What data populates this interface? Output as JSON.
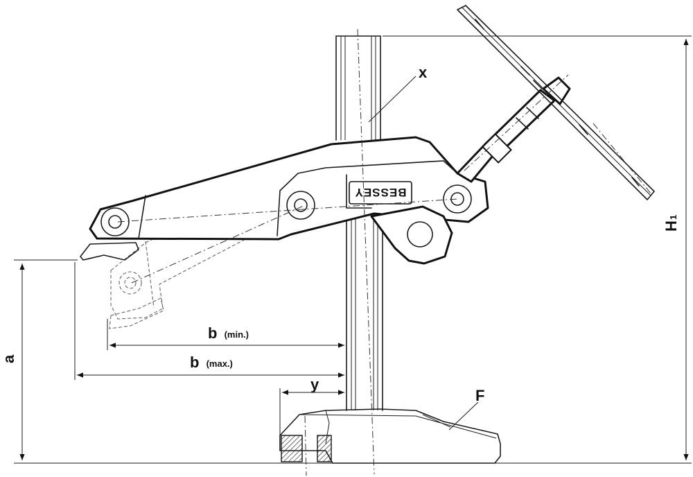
{
  "labels": {
    "x": "x",
    "F": "F",
    "H1_main": "H",
    "H1_sub": "1",
    "a": "a",
    "y": "y",
    "b": "b",
    "b_min_suffix": "(min.)",
    "b_max_suffix": "(max.)"
  },
  "brand": "BESSEY"
}
